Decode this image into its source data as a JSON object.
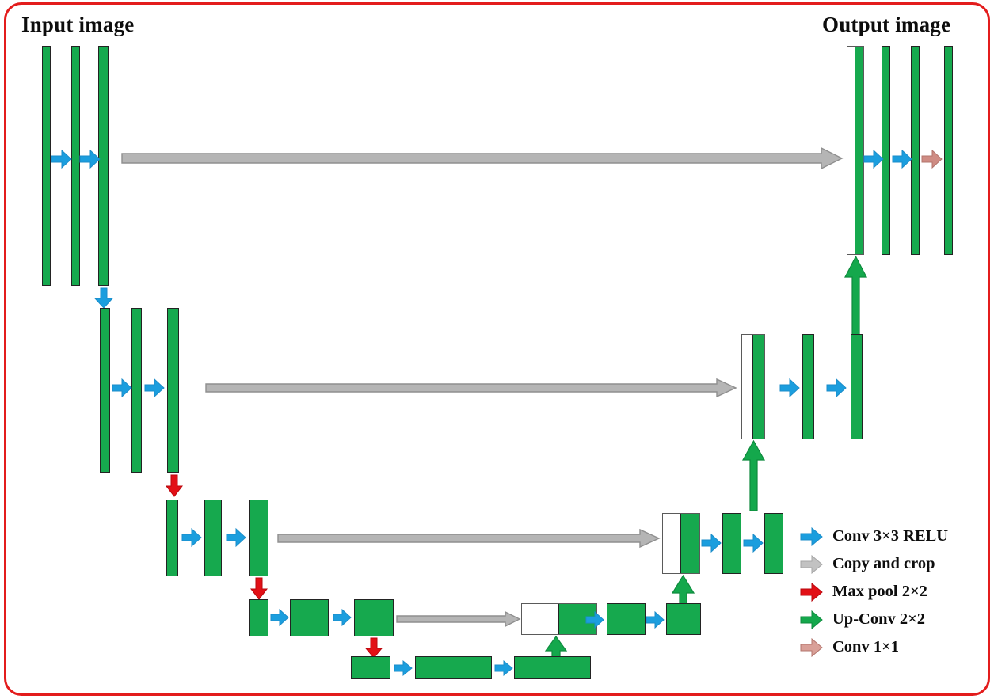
{
  "diagram": {
    "type": "u-net-architecture",
    "input_label": "Input image",
    "output_label": "Output image",
    "frame_color": "#e31c1c",
    "block_color": "#16a94e",
    "block_border_color": "#232323",
    "concat_empty_color": "#ffffff"
  },
  "legend": {
    "items": [
      {
        "icon": "blue-right-arrow-icon",
        "label": "Conv 3×3 RELU",
        "color": "#1b9ede"
      },
      {
        "icon": "gray-right-arrow-icon",
        "label": "Copy and crop",
        "color": "#b5b5b5"
      },
      {
        "icon": "red-right-arrow-icon",
        "label": "Max pool 2×2",
        "color": "#e21016"
      },
      {
        "icon": "green-right-arrow-icon",
        "label": "Up-Conv 2×2",
        "color": "#14a84c"
      },
      {
        "icon": "pink-right-arrow-icon",
        "label": "Conv 1×1",
        "color": "#cf8c84"
      }
    ]
  },
  "levels": [
    {
      "name": "level-1",
      "encoder_blocks": 3,
      "decoder_blocks": 4,
      "skip_connection": "copy-and-crop",
      "down_op": "conv-blue",
      "up_op": "up-conv"
    },
    {
      "name": "level-2",
      "encoder_blocks": 3,
      "decoder_blocks": 3,
      "skip_connection": "copy-and-crop",
      "down_op": "max-pool",
      "up_op": "up-conv"
    },
    {
      "name": "level-3",
      "encoder_blocks": 3,
      "decoder_blocks": 3,
      "skip_connection": "copy-and-crop",
      "down_op": "max-pool",
      "up_op": "up-conv"
    },
    {
      "name": "level-4",
      "encoder_blocks": 3,
      "decoder_blocks": 3,
      "skip_connection": "copy-and-crop",
      "down_op": "max-pool",
      "up_op": "up-conv"
    },
    {
      "name": "bottleneck",
      "encoder_blocks": 3,
      "decoder_blocks": 0,
      "skip_connection": "none",
      "down_op": "max-pool",
      "up_op": "up-conv"
    }
  ]
}
